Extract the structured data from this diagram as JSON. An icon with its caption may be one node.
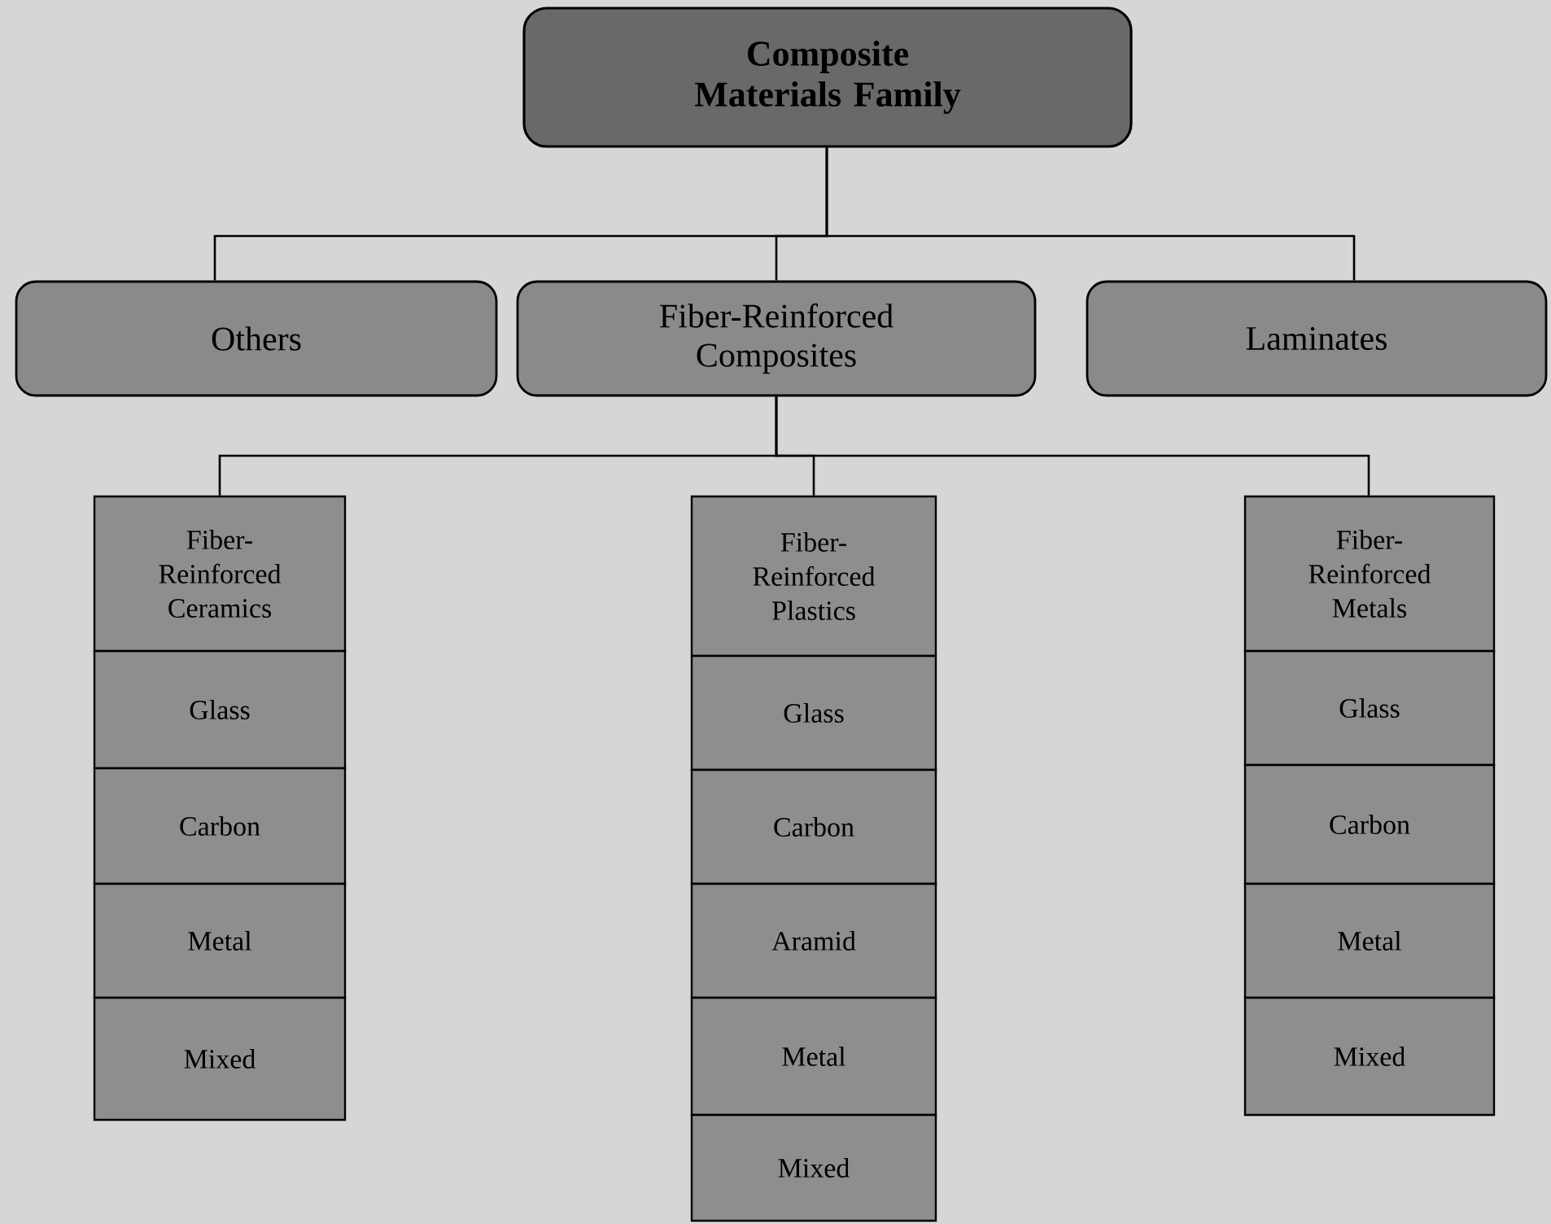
{
  "diagram": {
    "nodes": [
      {
        "text": [
          "Composite Materials Family"
        ]
      },
      {
        "text": [
          "Others"
        ]
      },
      {
        "text": [
          "Fiber-Reinforced Composites"
        ]
      },
      {
        "text": [
          "Laminates"
        ]
      },
      {
        "text": [
          "Fiber-Reinforced Ceramics"
        ]
      },
      {
        "text": [
          "Glass"
        ]
      },
      {
        "text": [
          "Carbon"
        ]
      },
      {
        "text": [
          "Metal"
        ]
      },
      {
        "text": [
          "Mixed"
        ]
      },
      {
        "text": [
          "Fiber-Reinforced Plastics"
        ]
      },
      {
        "text": [
          "Glass"
        ]
      },
      {
        "text": [
          "Carbon"
        ]
      },
      {
        "text": [
          "Aramid"
        ]
      },
      {
        "text": [
          "Metal"
        ]
      },
      {
        "text": [
          "Mixed"
        ]
      },
      {
        "text": [
          "Fiber-Reinforced Metals"
        ]
      },
      {
        "text": [
          "Glass"
        ]
      },
      {
        "text": [
          "Carbon"
        ]
      },
      {
        "text": [
          "Metal"
        ]
      },
      {
        "text": [
          "Mixed"
        ]
      }
    ],
    "edges": [
      {
        "from": 0,
        "to": 1,
        "arrow": "none"
      },
      {
        "from": 0,
        "to": 2,
        "arrow": "none"
      },
      {
        "from": 0,
        "to": 3,
        "arrow": "none"
      },
      {
        "from": 2,
        "to": 4,
        "arrow": "none"
      },
      {
        "from": 2,
        "to": 9,
        "arrow": "none"
      },
      {
        "from": 2,
        "to": 15,
        "arrow": "none"
      }
    ]
  }
}
